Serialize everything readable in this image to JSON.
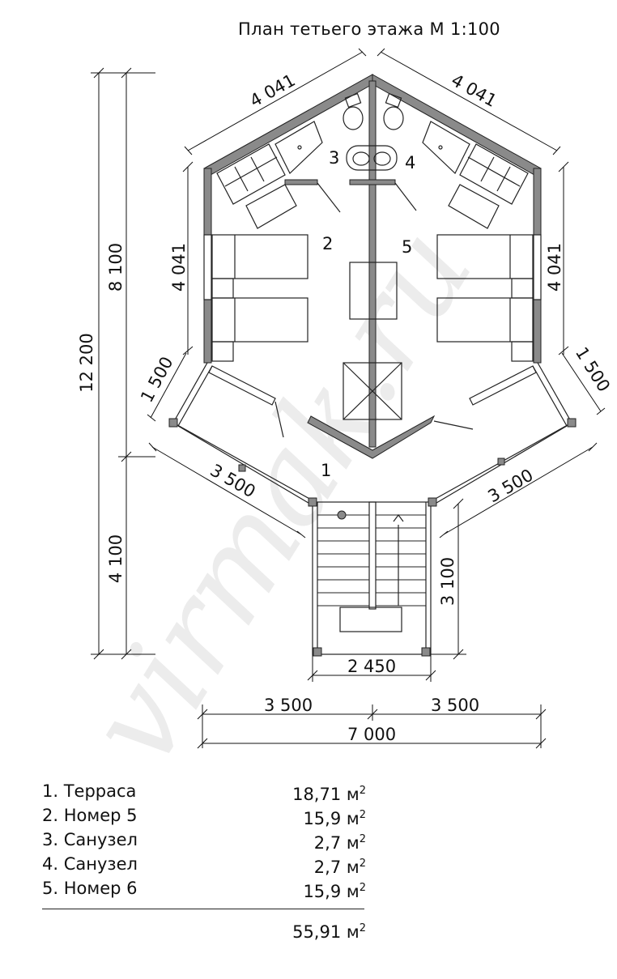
{
  "title": "План тетьего этажа М 1:100",
  "dimensions": {
    "roof_left": "4 041",
    "roof_right": "4 041",
    "side_left": "4 041",
    "side_right": "4 041",
    "chamfer_left": "1 500",
    "chamfer_right": "1 500",
    "terrace_left": "3 500",
    "terrace_right": "3 500",
    "total_height": "12 200",
    "upper_height": "8 100",
    "lower_height": "4 100",
    "stair_depth": "3 100",
    "stair_width": "2 450",
    "half_left": "3 500",
    "half_right": "3 500",
    "total_width": "7 000"
  },
  "rooms": {
    "r1": "1",
    "r2": "2",
    "r3": "3",
    "r4": "4",
    "r5": "5"
  },
  "legend": [
    {
      "name": "1. Терраса",
      "area": "18,71 м",
      "unit_sup": "2"
    },
    {
      "name": "2. Номер 5",
      "area": "15,9 м",
      "unit_sup": "2"
    },
    {
      "name": "3. Санузел",
      "area": "2,7 м",
      "unit_sup": "2"
    },
    {
      "name": "4. Санузел",
      "area": "2,7 м",
      "unit_sup": "2"
    },
    {
      "name": "5. Номер 6",
      "area": "15,9 м",
      "unit_sup": "2"
    }
  ],
  "total": {
    "area": "55,91 м",
    "unit_sup": "2"
  },
  "watermark": "virmak.ru",
  "colors": {
    "wall": "#8a8a8a",
    "line": "#111111",
    "watermark": "#e9e9e9"
  }
}
